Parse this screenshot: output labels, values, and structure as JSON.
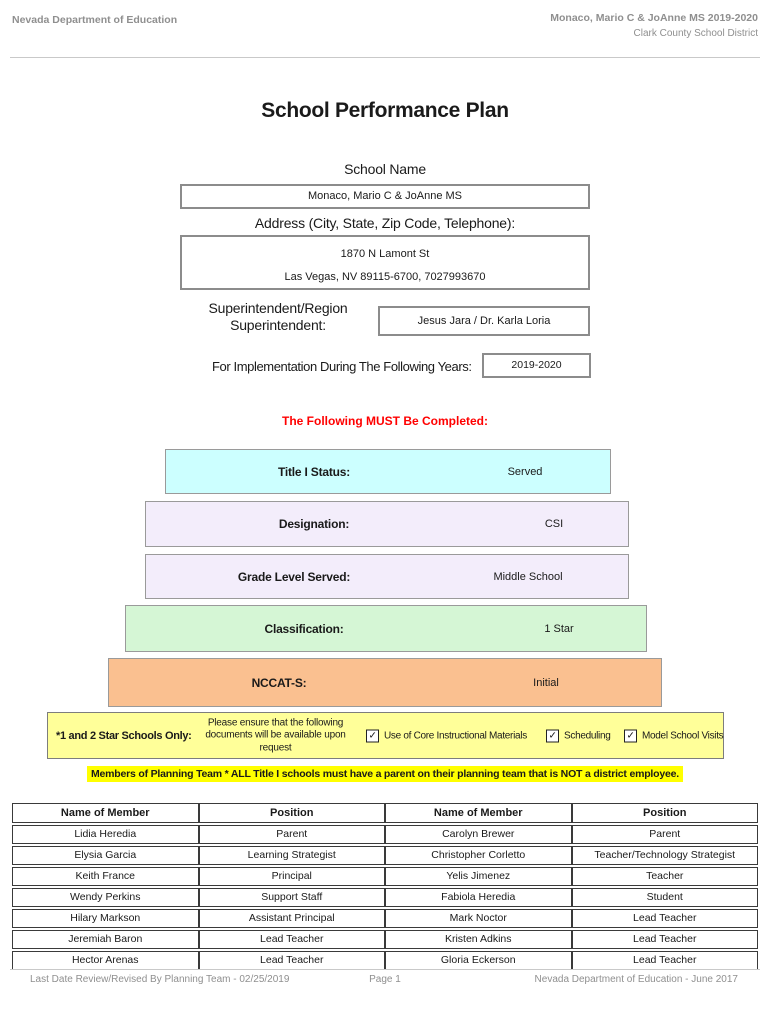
{
  "header": {
    "left": "Nevada Department of Education",
    "school_line": "Monaco, Mario C & JoAnne MS  2019-2020",
    "district_line": "Clark County School District"
  },
  "title": "School Performance Plan",
  "school_name": {
    "label": "School Name",
    "value": "Monaco, Mario C & JoAnne MS"
  },
  "address": {
    "label": "Address (City, State, Zip Code, Telephone):",
    "line1": "1870 N Lamont St",
    "line2": "Las Vegas, NV  89115-6700, 7027993670"
  },
  "superintendent": {
    "label": "Superintendent/Region Superintendent:",
    "value": "Jesus Jara / Dr. Karla Loria"
  },
  "implementation": {
    "label": "For Implementation During The Following Years:",
    "value": "2019-2020"
  },
  "must_complete_notice": {
    "text": "The Following MUST Be Completed:",
    "color": "#ff0000"
  },
  "status_rows": [
    {
      "label": "Title I Status:",
      "value": "Served",
      "color": "#ccffff"
    },
    {
      "label": "Designation:",
      "value": "CSI",
      "color": "#f3edfb"
    },
    {
      "label": "Grade Level Served:",
      "value": "Middle School",
      "color": "#f3edfb"
    },
    {
      "label": "Classification:",
      "value": "1 Star",
      "color": "#d5f6d5"
    },
    {
      "label": "NCCAT-S:",
      "value": "Initial",
      "color": "#fac090"
    }
  ],
  "star_schools": {
    "label": "*1 and 2 Star Schools Only:",
    "note": "Please ensure that the following documents will be available upon request",
    "row_color": "#ffff99",
    "checkbox_glyph": "✓",
    "checkboxes": [
      {
        "label": "Use of Core Instructional Materials",
        "checked": true
      },
      {
        "label": "Scheduling",
        "checked": true
      },
      {
        "label": "Model School Visits",
        "checked": true
      }
    ]
  },
  "planning_team_notice": {
    "text": "Members of Planning Team * ALL Title I schools must have a parent on their planning team that is NOT a district employee.",
    "highlight_color": "#ffff00"
  },
  "members_table": {
    "headers": [
      "Name of Member",
      "Position",
      "Name of Member",
      "Position"
    ],
    "rows": [
      [
        "Lidia Heredia",
        "Parent",
        "Carolyn Brewer",
        "Parent"
      ],
      [
        "Elysia Garcia",
        "Learning Strategist",
        "Christopher Corletto",
        "Teacher/Technology Strategist"
      ],
      [
        "Keith France",
        "Principal",
        "Yelis Jimenez",
        "Teacher"
      ],
      [
        "Wendy Perkins",
        "Support Staff",
        "Fabiola Heredia",
        "Student"
      ],
      [
        "Hilary Markson",
        "Assistant Principal",
        "Mark Noctor",
        "Lead Teacher"
      ],
      [
        "Jeremiah Baron",
        "Lead Teacher",
        "Kristen Adkins",
        "Lead Teacher"
      ],
      [
        "Hector Arenas",
        "Lead Teacher",
        "Gloria Eckerson",
        "Lead Teacher"
      ]
    ]
  },
  "footer": {
    "left": "Last Date Review/Revised By Planning Team - 02/25/2019",
    "center": "Page 1",
    "right": "Nevada Department of Education - June 2017"
  }
}
